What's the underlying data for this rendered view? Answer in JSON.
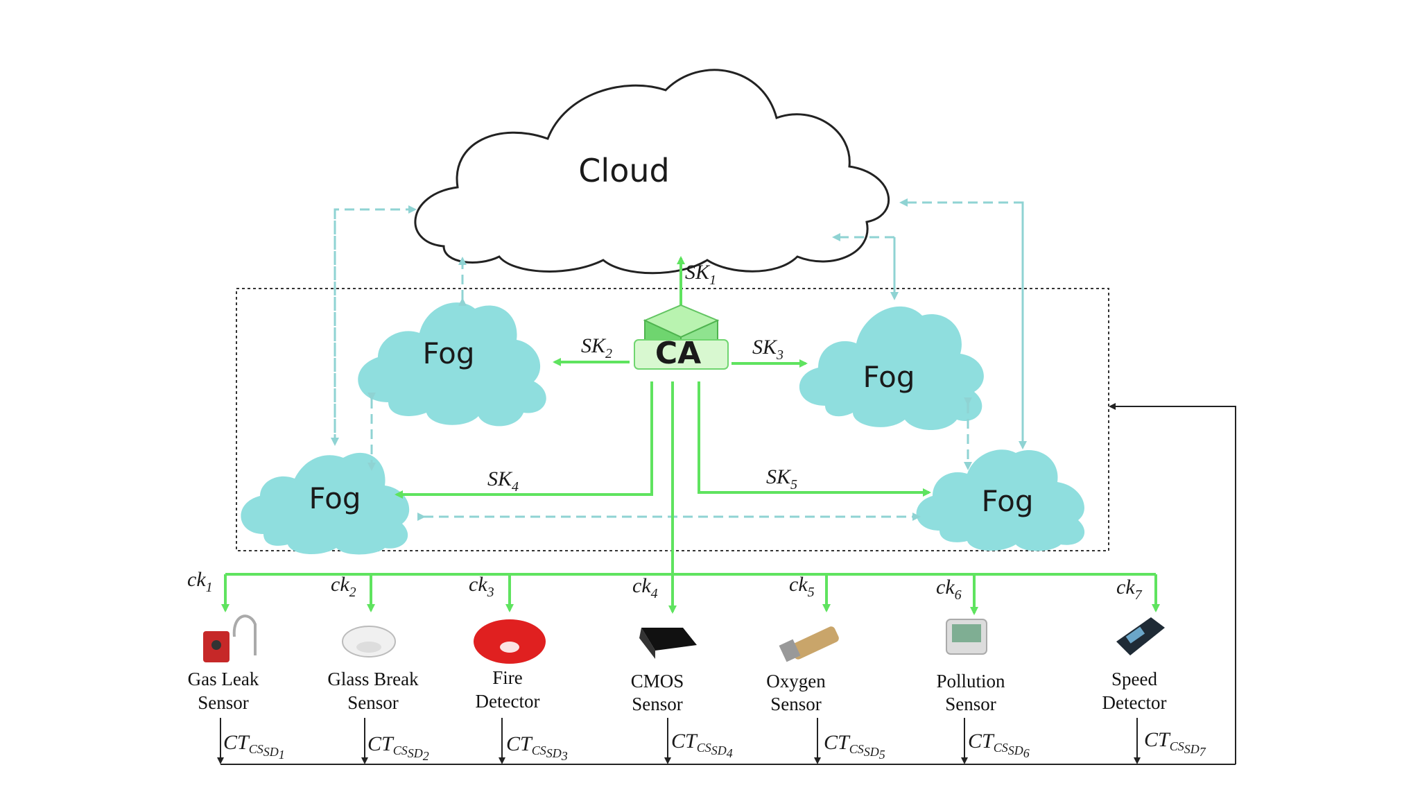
{
  "cloud": {
    "label": "Cloud"
  },
  "ca": {
    "label": "CA"
  },
  "fogs": [
    {
      "label": "Fog"
    },
    {
      "label": "Fog"
    },
    {
      "label": "Fog"
    },
    {
      "label": "Fog"
    }
  ],
  "session_keys": [
    {
      "base": "SK",
      "sub": "1"
    },
    {
      "base": "SK",
      "sub": "2"
    },
    {
      "base": "SK",
      "sub": "3"
    },
    {
      "base": "SK",
      "sub": "4"
    },
    {
      "base": "SK",
      "sub": "5"
    }
  ],
  "client_keys": [
    {
      "base": "ck",
      "sub": "1"
    },
    {
      "base": "ck",
      "sub": "2"
    },
    {
      "base": "ck",
      "sub": "3"
    },
    {
      "base": "ck",
      "sub": "4"
    },
    {
      "base": "ck",
      "sub": "5"
    },
    {
      "base": "ck",
      "sub": "6"
    },
    {
      "base": "ck",
      "sub": "7"
    }
  ],
  "sensors": [
    {
      "line1": "Gas Leak",
      "line2": "Sensor",
      "icon": "gas-leak-sensor-icon"
    },
    {
      "line1": "Glass Break",
      "line2": "Sensor",
      "icon": "glass-break-sensor-icon"
    },
    {
      "line1": "Fire",
      "line2": "Detector",
      "icon": "fire-detector-icon"
    },
    {
      "line1": "CMOS",
      "line2": "Sensor",
      "icon": "cmos-sensor-icon"
    },
    {
      "line1": "Oxygen",
      "line2": "Sensor",
      "icon": "oxygen-sensor-icon"
    },
    {
      "line1": "Pollution",
      "line2": "Sensor",
      "icon": "pollution-sensor-icon"
    },
    {
      "line1": "Speed",
      "line2": "Detector",
      "icon": "speed-detector-icon"
    }
  ],
  "ciphertexts": [
    {
      "base": "CT",
      "sub": "CS",
      "subsub": "SD",
      "idx": "1"
    },
    {
      "base": "CT",
      "sub": "CS",
      "subsub": "SD",
      "idx": "2"
    },
    {
      "base": "CT",
      "sub": "CS",
      "subsub": "SD",
      "idx": "3"
    },
    {
      "base": "CT",
      "sub": "CS",
      "subsub": "SD",
      "idx": "4"
    },
    {
      "base": "CT",
      "sub": "CS",
      "subsub": "SD",
      "idx": "5"
    },
    {
      "base": "CT",
      "sub": "CS",
      "subsub": "SD",
      "idx": "6"
    },
    {
      "base": "CT",
      "sub": "CS",
      "subsub": "SD",
      "idx": "7"
    }
  ],
  "colors": {
    "green": "#5fe35f",
    "dashed_teal": "#8fd3d3",
    "fog_fill": "#8fdede",
    "black": "#222222"
  }
}
